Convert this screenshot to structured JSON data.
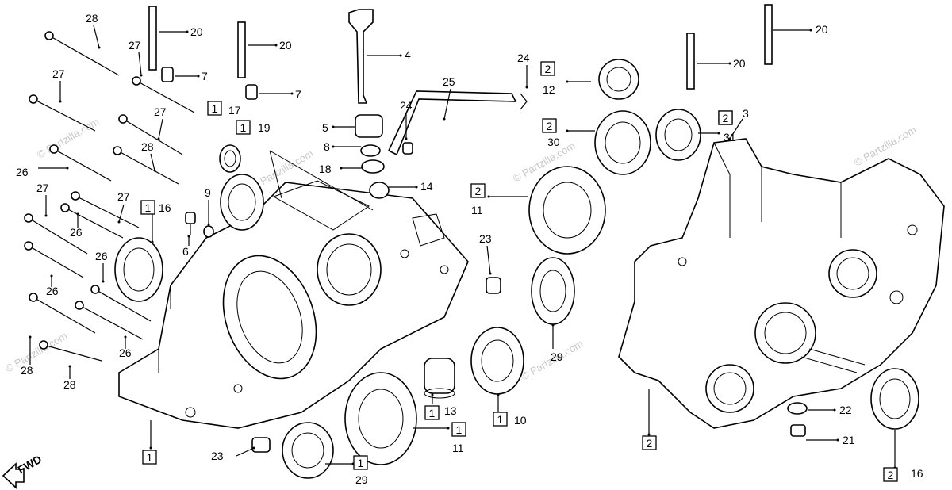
{
  "watermark": "© Partzilla.com",
  "fwd_label": "FWD",
  "callouts": [
    {
      "id": "c28a",
      "num": "28"
    },
    {
      "id": "c20a",
      "num": "20"
    },
    {
      "id": "c20b",
      "num": "20"
    },
    {
      "id": "c4",
      "num": "4"
    },
    {
      "id": "c24a",
      "num": "24"
    },
    {
      "id": "c20c",
      "num": "20"
    },
    {
      "id": "c20d",
      "num": "20"
    },
    {
      "id": "c27a",
      "num": "27"
    },
    {
      "id": "c7a",
      "num": "7"
    },
    {
      "id": "c7b",
      "num": "7"
    },
    {
      "id": "c27b",
      "num": "27"
    },
    {
      "id": "c27c",
      "num": "27"
    },
    {
      "id": "c17",
      "num": "17",
      "box": "1"
    },
    {
      "id": "c19",
      "num": "19",
      "box": "1"
    },
    {
      "id": "c5",
      "num": "5"
    },
    {
      "id": "c8",
      "num": "8"
    },
    {
      "id": "c18",
      "num": "18"
    },
    {
      "id": "c24b",
      "num": "24"
    },
    {
      "id": "c25",
      "num": "25"
    },
    {
      "id": "c12",
      "num": "12",
      "box": "2"
    },
    {
      "id": "c30",
      "num": "30",
      "box": "2"
    },
    {
      "id": "c31",
      "num": "31",
      "box": "2"
    },
    {
      "id": "c3",
      "num": "3",
      "box": "2"
    },
    {
      "id": "c28b",
      "num": "28"
    },
    {
      "id": "c26a",
      "num": "26"
    },
    {
      "id": "c27d",
      "num": "27"
    },
    {
      "id": "c27e",
      "num": "27"
    },
    {
      "id": "c26b",
      "num": "26"
    },
    {
      "id": "c9",
      "num": "9"
    },
    {
      "id": "c16a",
      "num": "16",
      "box": "1"
    },
    {
      "id": "c14",
      "num": "14"
    },
    {
      "id": "c11a",
      "num": "11",
      "box": "2"
    },
    {
      "id": "c6",
      "num": "6"
    },
    {
      "id": "c26c",
      "num": "26"
    },
    {
      "id": "c26d",
      "num": "26"
    },
    {
      "id": "c23a",
      "num": "23"
    },
    {
      "id": "c29a",
      "num": "29"
    },
    {
      "id": "c28c",
      "num": "28"
    },
    {
      "id": "c26e",
      "num": "26"
    },
    {
      "id": "c28d",
      "num": "28"
    },
    {
      "id": "c13",
      "num": "13",
      "box": "1"
    },
    {
      "id": "c10",
      "num": "10",
      "box": "1"
    },
    {
      "id": "c11b",
      "num": "11",
      "box": "1"
    },
    {
      "id": "c1a",
      "num": "",
      "box": "1"
    },
    {
      "id": "c23b",
      "num": "23"
    },
    {
      "id": "c29b",
      "num": "29",
      "box": "1"
    },
    {
      "id": "c2a",
      "num": "",
      "box": "2"
    },
    {
      "id": "c22",
      "num": "22"
    },
    {
      "id": "c21",
      "num": "21"
    },
    {
      "id": "c16b",
      "num": "16",
      "box": "2"
    }
  ]
}
